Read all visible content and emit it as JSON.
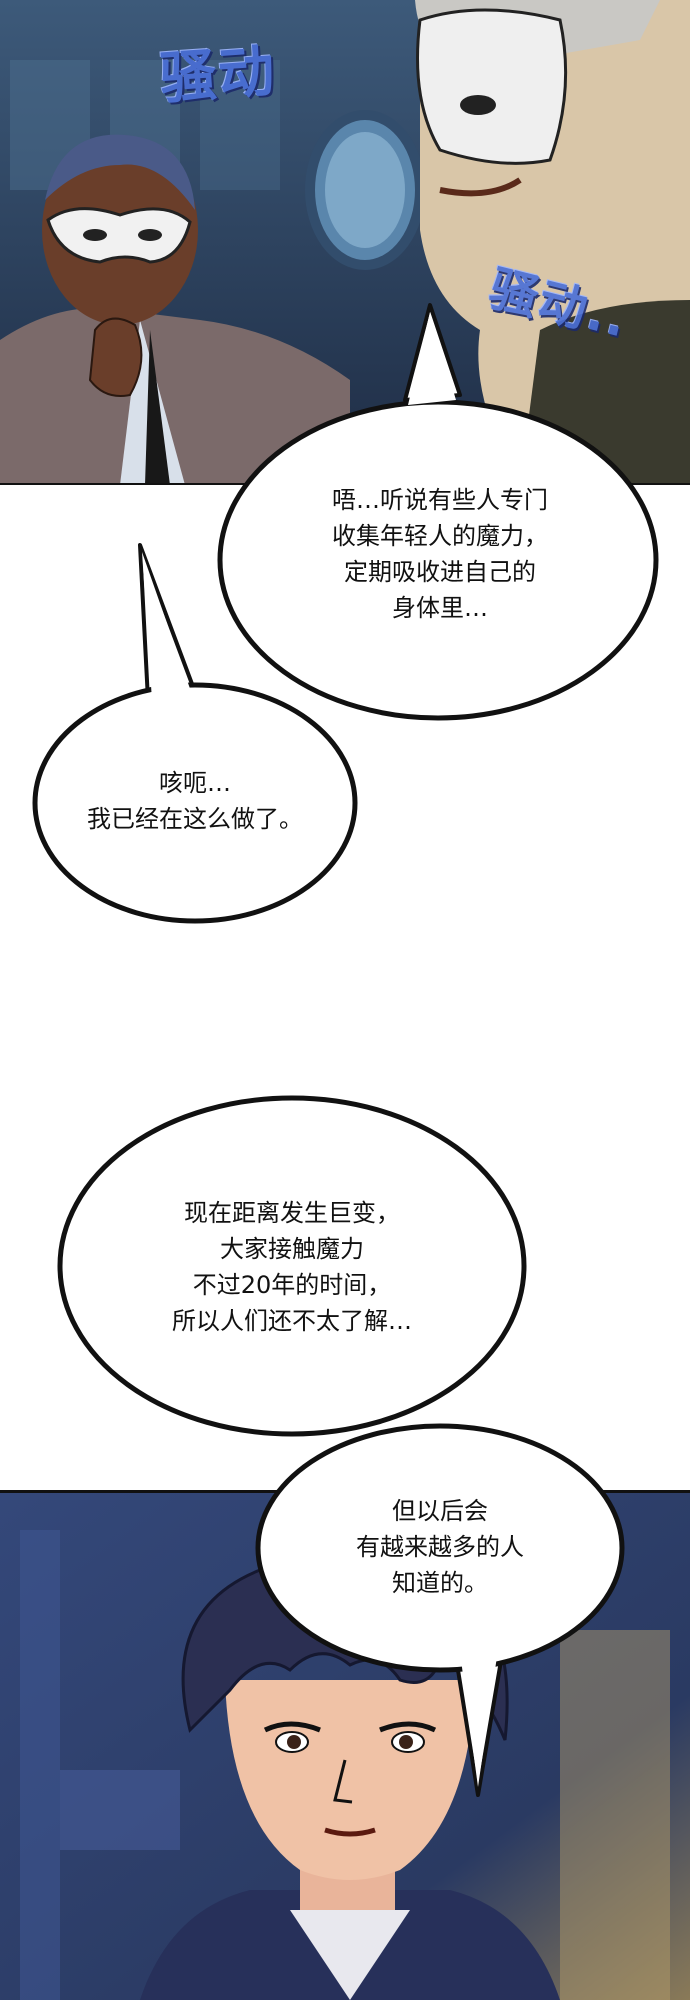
{
  "panel1": {
    "sfx_left": "骚动",
    "sfx_right": "骚动.."
  },
  "bubbles": {
    "b1": [
      "唔…听说有些人专门",
      "收集年轻人的魔力，",
      "定期吸收进自己的",
      "身体里…"
    ],
    "b2": [
      "咳呃…",
      "我已经在这么做了。"
    ],
    "b3": [
      "现在距离发生巨变，",
      "大家接触魔力",
      "不过20年的时间，",
      "所以人们还不太了解…"
    ],
    "b4": [
      "但以后会",
      "有越来越多的人",
      "知道的。"
    ]
  },
  "colors": {
    "panel1_bg": "#2a3f5e",
    "panel2_bg": "#26355a",
    "sfx": "#4a6fd8",
    "bubble_fill": "#ffffff",
    "bubble_stroke": "#111111"
  }
}
